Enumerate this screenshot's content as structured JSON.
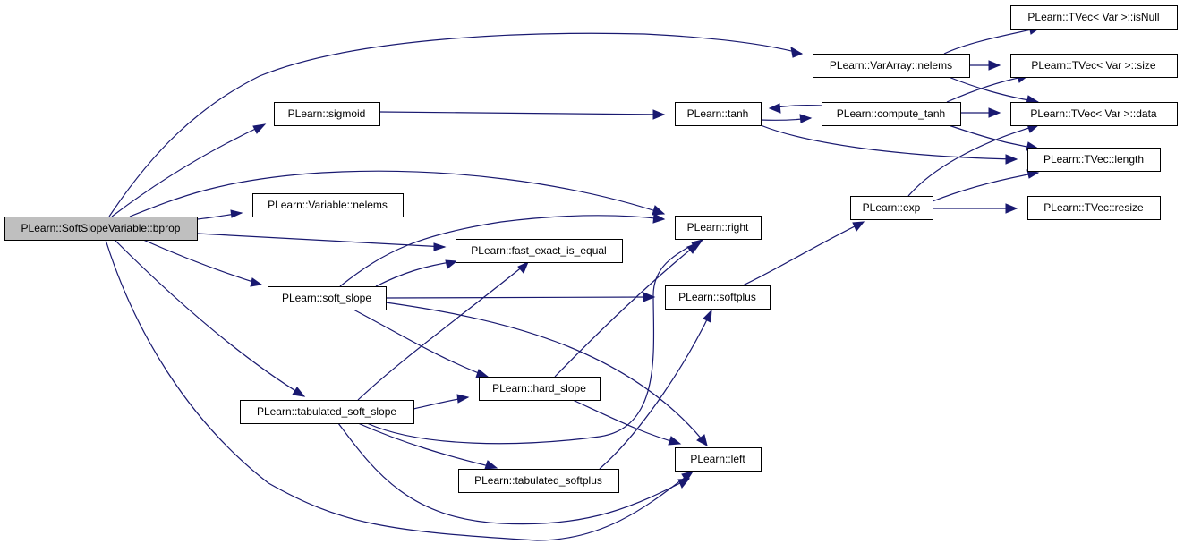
{
  "colors": {
    "edge": "#191970",
    "root_fill": "#bfbfbf",
    "node_fill": "#ffffff",
    "border": "#000000"
  },
  "nodes": [
    {
      "id": "bprop",
      "label": "PLearn::SoftSlopeVariable::bprop",
      "root": true
    },
    {
      "id": "sigmoid",
      "label": "PLearn::sigmoid"
    },
    {
      "id": "var_nelems",
      "label": "PLearn::Variable::nelems"
    },
    {
      "id": "fast_exact",
      "label": "PLearn::fast_exact_is_equal"
    },
    {
      "id": "soft_slope",
      "label": "PLearn::soft_slope"
    },
    {
      "id": "tab_soft_slope",
      "label": "PLearn::tabulated_soft_slope"
    },
    {
      "id": "hard_slope",
      "label": "PLearn::hard_slope"
    },
    {
      "id": "tab_softplus",
      "label": "PLearn::tabulated_softplus"
    },
    {
      "id": "tanh",
      "label": "PLearn::tanh"
    },
    {
      "id": "right",
      "label": "PLearn::right"
    },
    {
      "id": "softplus",
      "label": "PLearn::softplus"
    },
    {
      "id": "left",
      "label": "PLearn::left"
    },
    {
      "id": "vararray_nelems",
      "label": "PLearn::VarArray::nelems"
    },
    {
      "id": "compute_tanh",
      "label": "PLearn::compute_tanh"
    },
    {
      "id": "exp",
      "label": "PLearn::exp"
    },
    {
      "id": "isnull",
      "label": "PLearn::TVec< Var >::isNull"
    },
    {
      "id": "size",
      "label": "PLearn::TVec< Var >::size"
    },
    {
      "id": "data",
      "label": "PLearn::TVec< Var >::data"
    },
    {
      "id": "length",
      "label": "PLearn::TVec::length"
    },
    {
      "id": "resize",
      "label": "PLearn::TVec::resize"
    }
  ],
  "edges": [
    {
      "from": "bprop",
      "to": "vararray_nelems"
    },
    {
      "from": "bprop",
      "to": "sigmoid"
    },
    {
      "from": "bprop",
      "to": "right"
    },
    {
      "from": "bprop",
      "to": "var_nelems"
    },
    {
      "from": "bprop",
      "to": "fast_exact"
    },
    {
      "from": "bprop",
      "to": "soft_slope"
    },
    {
      "from": "bprop",
      "to": "tab_soft_slope"
    },
    {
      "from": "bprop",
      "to": "left"
    },
    {
      "from": "sigmoid",
      "to": "tanh"
    },
    {
      "from": "tanh",
      "to": "compute_tanh"
    },
    {
      "from": "compute_tanh",
      "to": "tanh"
    },
    {
      "from": "tanh",
      "to": "length"
    },
    {
      "from": "compute_tanh",
      "to": "size"
    },
    {
      "from": "compute_tanh",
      "to": "data"
    },
    {
      "from": "compute_tanh",
      "to": "length"
    },
    {
      "from": "vararray_nelems",
      "to": "isnull"
    },
    {
      "from": "vararray_nelems",
      "to": "size"
    },
    {
      "from": "vararray_nelems",
      "to": "data"
    },
    {
      "from": "soft_slope",
      "to": "right"
    },
    {
      "from": "soft_slope",
      "to": "fast_exact"
    },
    {
      "from": "soft_slope",
      "to": "softplus"
    },
    {
      "from": "soft_slope",
      "to": "hard_slope"
    },
    {
      "from": "soft_slope",
      "to": "left"
    },
    {
      "from": "tab_soft_slope",
      "to": "fast_exact"
    },
    {
      "from": "tab_soft_slope",
      "to": "hard_slope"
    },
    {
      "from": "tab_soft_slope",
      "to": "right"
    },
    {
      "from": "tab_soft_slope",
      "to": "tab_softplus"
    },
    {
      "from": "tab_soft_slope",
      "to": "left"
    },
    {
      "from": "hard_slope",
      "to": "right"
    },
    {
      "from": "hard_slope",
      "to": "left"
    },
    {
      "from": "tab_softplus",
      "to": "softplus"
    },
    {
      "from": "softplus",
      "to": "exp"
    },
    {
      "from": "exp",
      "to": "data"
    },
    {
      "from": "exp",
      "to": "length"
    },
    {
      "from": "exp",
      "to": "resize"
    }
  ]
}
